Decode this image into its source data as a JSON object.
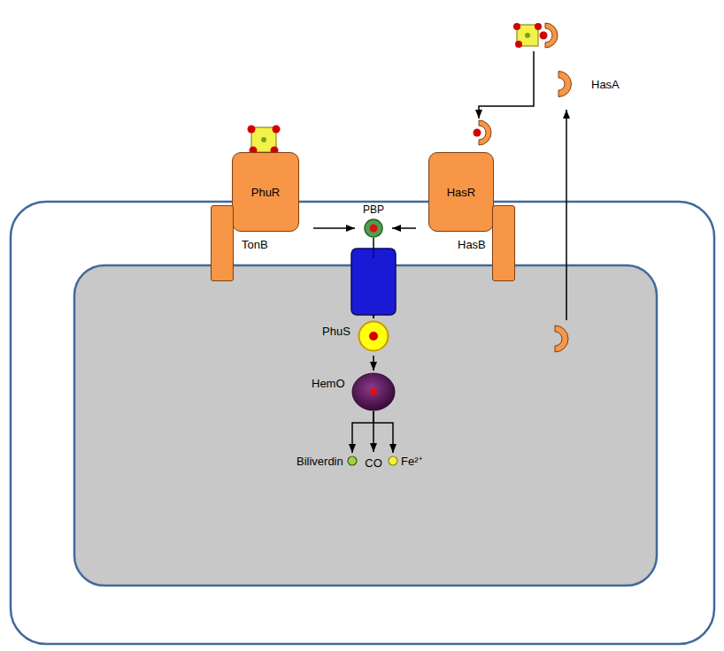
{
  "diagram": {
    "nodes": [
      {
        "text": [
          "PhuR"
        ]
      },
      {
        "text": [
          "TonB"
        ]
      },
      {
        "text": [
          "PBP"
        ]
      },
      {
        "text": [
          "HasR"
        ]
      },
      {
        "text": [
          "HasB"
        ]
      },
      {
        "text": [
          "HasA"
        ]
      },
      {
        "text": [
          "PhuS"
        ]
      },
      {
        "text": [
          "HemO"
        ]
      },
      {
        "text": [
          "Biliverdin"
        ]
      },
      {
        "text": [
          "CO"
        ]
      },
      {
        "text": [
          "Fe²⁺"
        ]
      }
    ],
    "edges": [
      {
        "from": 0,
        "to": 2,
        "arrow": "to"
      },
      {
        "from": 3,
        "to": 2,
        "arrow": "to"
      },
      {
        "from": 2,
        "to": 6,
        "arrow": "to"
      },
      {
        "from": 6,
        "to": 7,
        "arrow": "to"
      },
      {
        "from": 7,
        "to": 8,
        "arrow": "to"
      },
      {
        "from": 7,
        "to": 9,
        "arrow": "to"
      },
      {
        "from": 7,
        "to": 10,
        "arrow": "to"
      }
    ]
  }
}
